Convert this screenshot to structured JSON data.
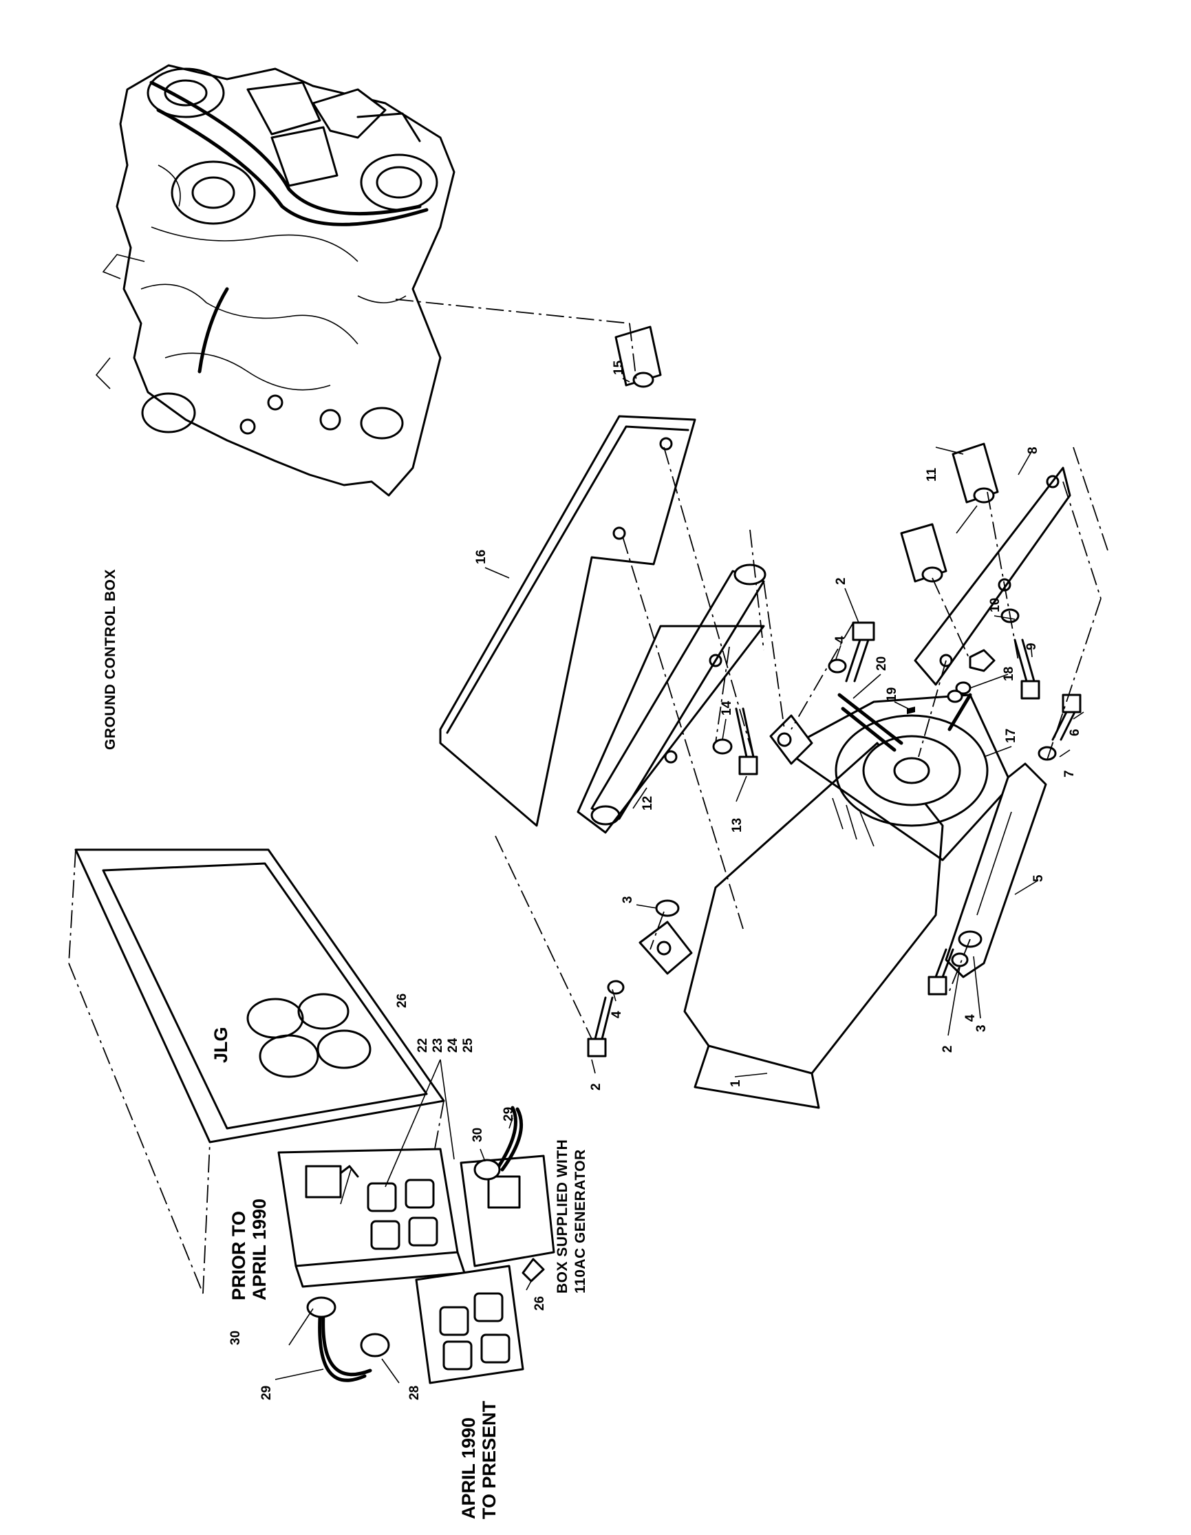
{
  "captions": {
    "ground_control_box": "GROUND CONTROL BOX",
    "prior_line1": "PRIOR TO",
    "prior_line2": "APRIL 1990",
    "present_line1": "APRIL 1990",
    "present_line2": "TO PRESENT",
    "box_supplied_line1": "BOX SUPPLIED WITH",
    "box_supplied_line2": "110AC GENERATOR"
  },
  "callouts": {
    "c1": "1",
    "c2a": "2",
    "c2b": "2",
    "c2c": "2",
    "c3a": "3",
    "c3b": "3",
    "c4a": "4",
    "c4b": "4",
    "c4c": "4",
    "c5": "5",
    "c6": "6",
    "c7": "7",
    "c8": "8",
    "c9": "9",
    "c10": "10",
    "c11": "11",
    "c12": "12",
    "c13": "13",
    "c14": "14",
    "c15": "15",
    "c16": "16",
    "c17": "17",
    "c18": "18",
    "c19": "19",
    "c20": "20",
    "c22": "22",
    "c23": "23",
    "c24": "24",
    "c25": "25",
    "c26a": "26",
    "c26b": "26",
    "c28": "28",
    "c29a": "29",
    "c29b": "29",
    "c30a": "30",
    "c30b": "30"
  }
}
